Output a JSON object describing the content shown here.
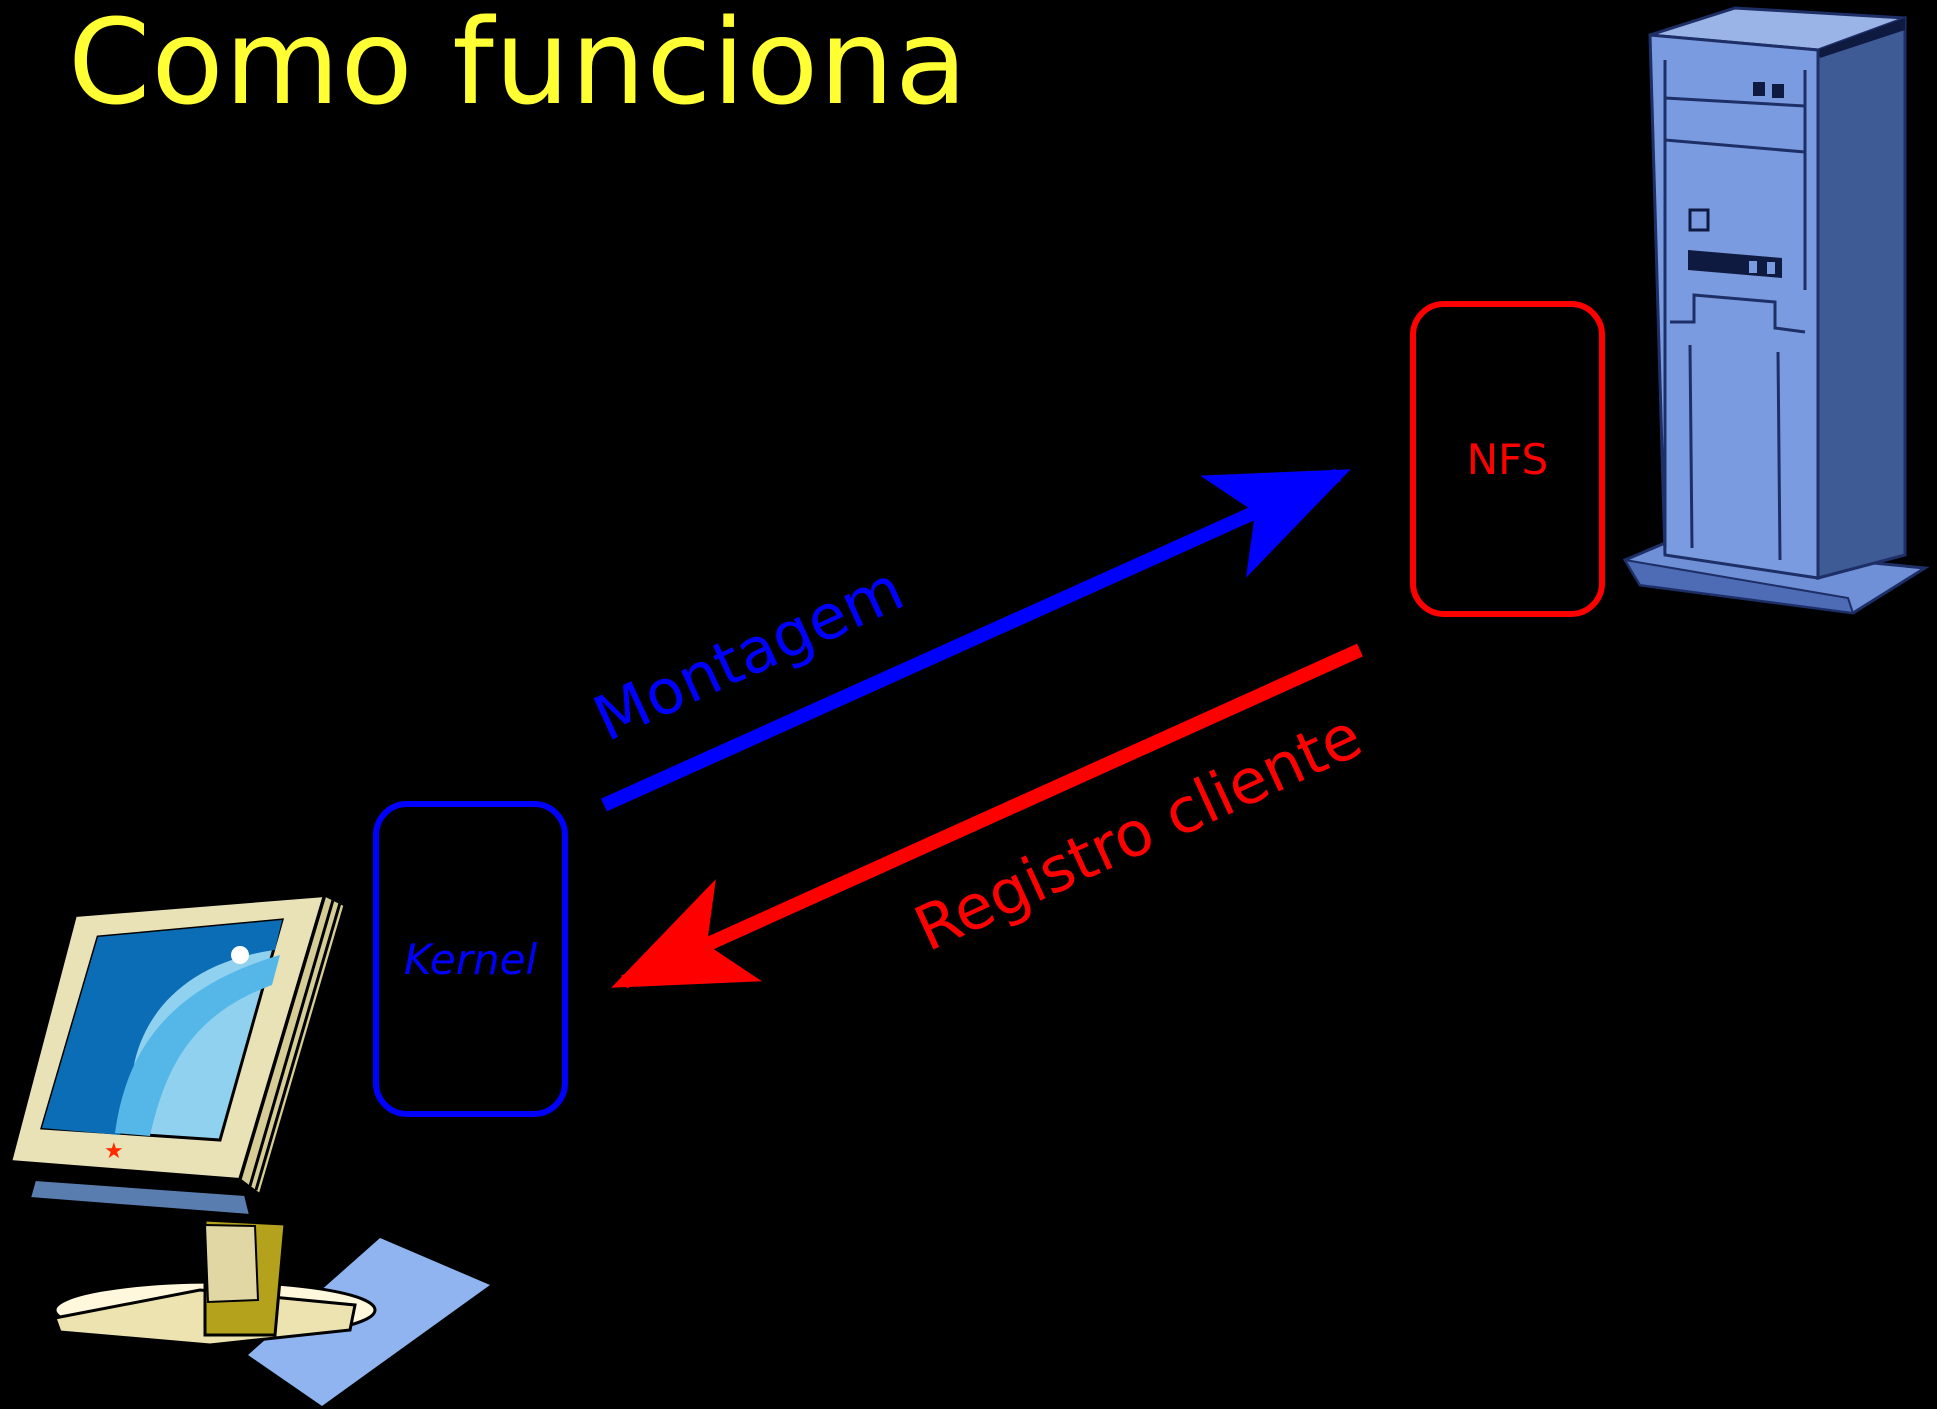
{
  "title": "Como funciona",
  "nodes": {
    "server_box": {
      "label": "NFS",
      "color": "#ff0000"
    },
    "client_box": {
      "label": "Kernel",
      "color": "#0000ff"
    }
  },
  "arrows": {
    "mount": {
      "label": "Montagem",
      "color": "#0000ff",
      "direction": "client-to-server"
    },
    "register": {
      "label": "Registro cliente",
      "color": "#ff0000",
      "direction": "server-to-client"
    }
  },
  "icons": {
    "server": "server-tower-icon",
    "client": "desktop-computer-icon"
  },
  "colors": {
    "background": "#000000",
    "title": "#ffff33"
  }
}
